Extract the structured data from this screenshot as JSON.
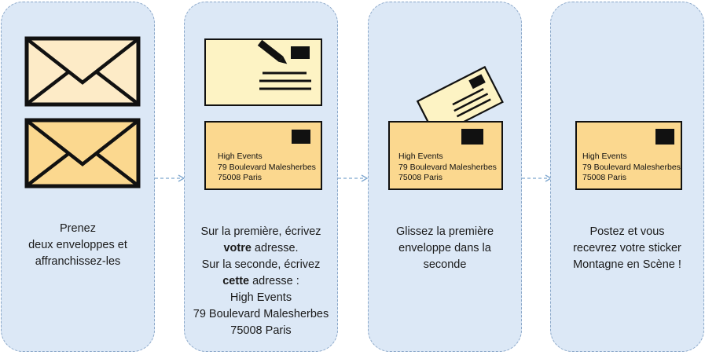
{
  "steps": [
    {
      "lines": [
        "Prenez",
        "deux enveloppes et",
        "affranchissez-les"
      ]
    },
    {
      "line1": "Sur la première, écrivez",
      "line2_bold": "votre",
      "line2_rest": " adresse.",
      "line3": "Sur la seconde, écrivez",
      "line4_bold": "cette",
      "line4_rest": " adresse :",
      "line5": "High Events",
      "line6": "79 Boulevard Malesherbes",
      "line7": "75008 Paris"
    },
    {
      "lines": [
        "Glissez la première",
        "enveloppe dans la",
        "seconde"
      ]
    },
    {
      "lines": [
        "Postez et vous",
        "recevrez votre sticker",
        "Montagne en Scène !"
      ]
    }
  ],
  "envelope_address": {
    "name": "High Events",
    "street": "79 Boulevard Malesherbes",
    "city": "75008 Paris"
  },
  "colors": {
    "panel": "#dce8f6",
    "panel_border": "#8aa7c9",
    "envelope_front": "#fbd88f",
    "envelope_light": "#fdf3c4",
    "arrow": "#7ea7cf"
  },
  "icons": [
    "envelope-closed-icon",
    "envelope-closed-icon",
    "pen-icon",
    "stamp-icon"
  ]
}
